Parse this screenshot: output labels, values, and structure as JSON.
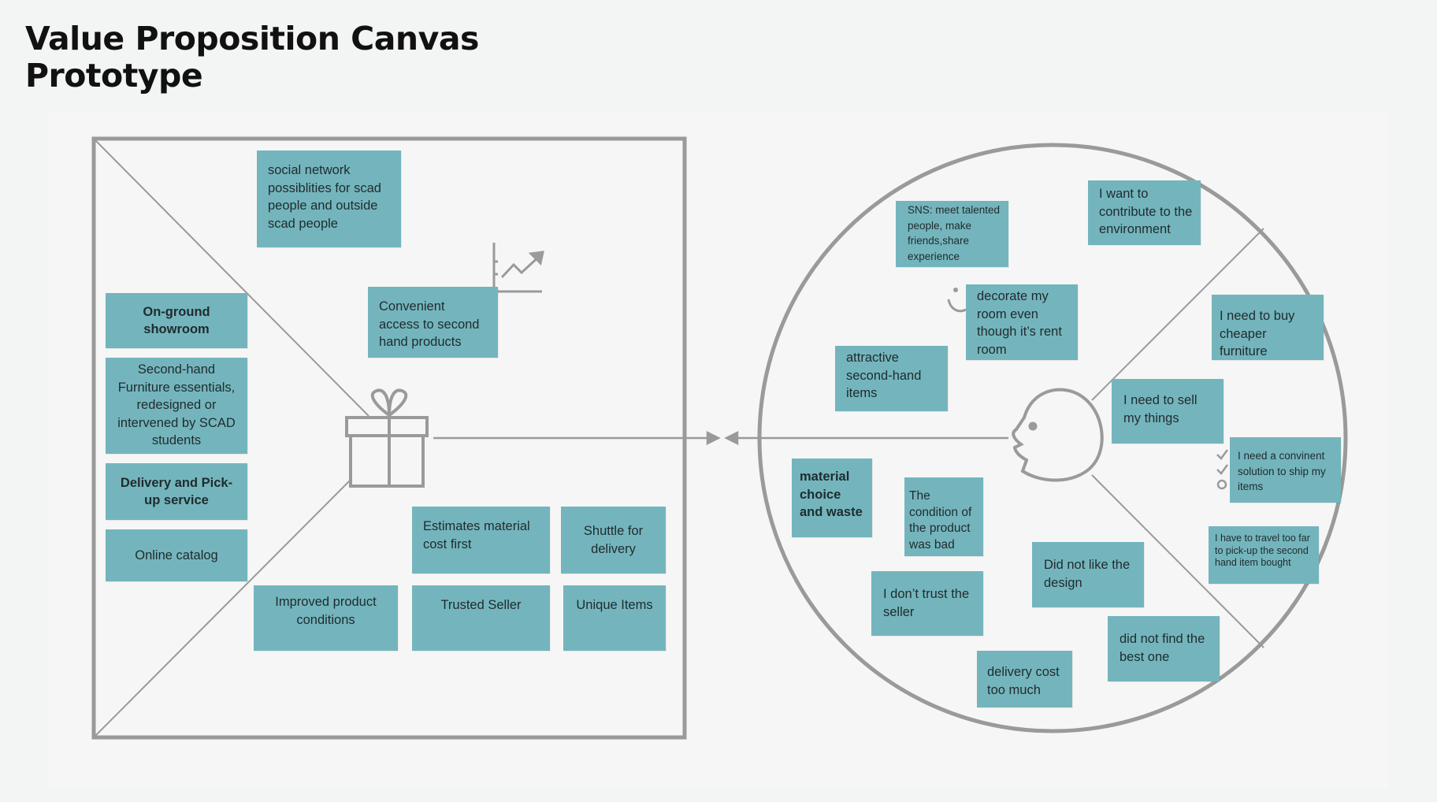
{
  "title": {
    "line1": "Value Proposition Canvas",
    "line2": "Prototype"
  },
  "colors": {
    "sticky_note": "#74b5bd",
    "outline": "#9a9a9a",
    "background": "#f3f4f4"
  },
  "icons": [
    "gift-icon",
    "growth-chart-icon",
    "smile-icon",
    "checklist-icon",
    "customer-face-icon",
    "arrow-icon"
  ],
  "value_map": {
    "products_services": [
      "On-ground showroom",
      "Second-hand Furniture essentials, redesigned or intervened by SCAD students",
      "Delivery and Pick-up service",
      "Online catalog"
    ],
    "gain_creators": [
      "social network possiblities for scad people and outside scad people",
      "Convenient access to second hand products"
    ],
    "pain_relievers": [
      "Estimates material cost first",
      "Shuttle for delivery",
      "Improved product conditions",
      "Trusted Seller",
      "Unique Items"
    ]
  },
  "customer_profile": {
    "gains": [
      "SNS: meet talented people, make friends,share experience",
      "I want to contribute to the environment",
      "decorate my room even though it’s rent room",
      "attractive second-hand items"
    ],
    "jobs": [
      "I need to buy cheaper furniture",
      "I need to sell my things",
      "I need a convinent solution to ship my items",
      "I have to travel too far to pick-up the second hand item bought"
    ],
    "pains": [
      "material choice and waste",
      "The condition of the product was bad",
      "I don’t trust the seller",
      "Did not like the design",
      "did not find the best one",
      "delivery cost too much"
    ]
  }
}
